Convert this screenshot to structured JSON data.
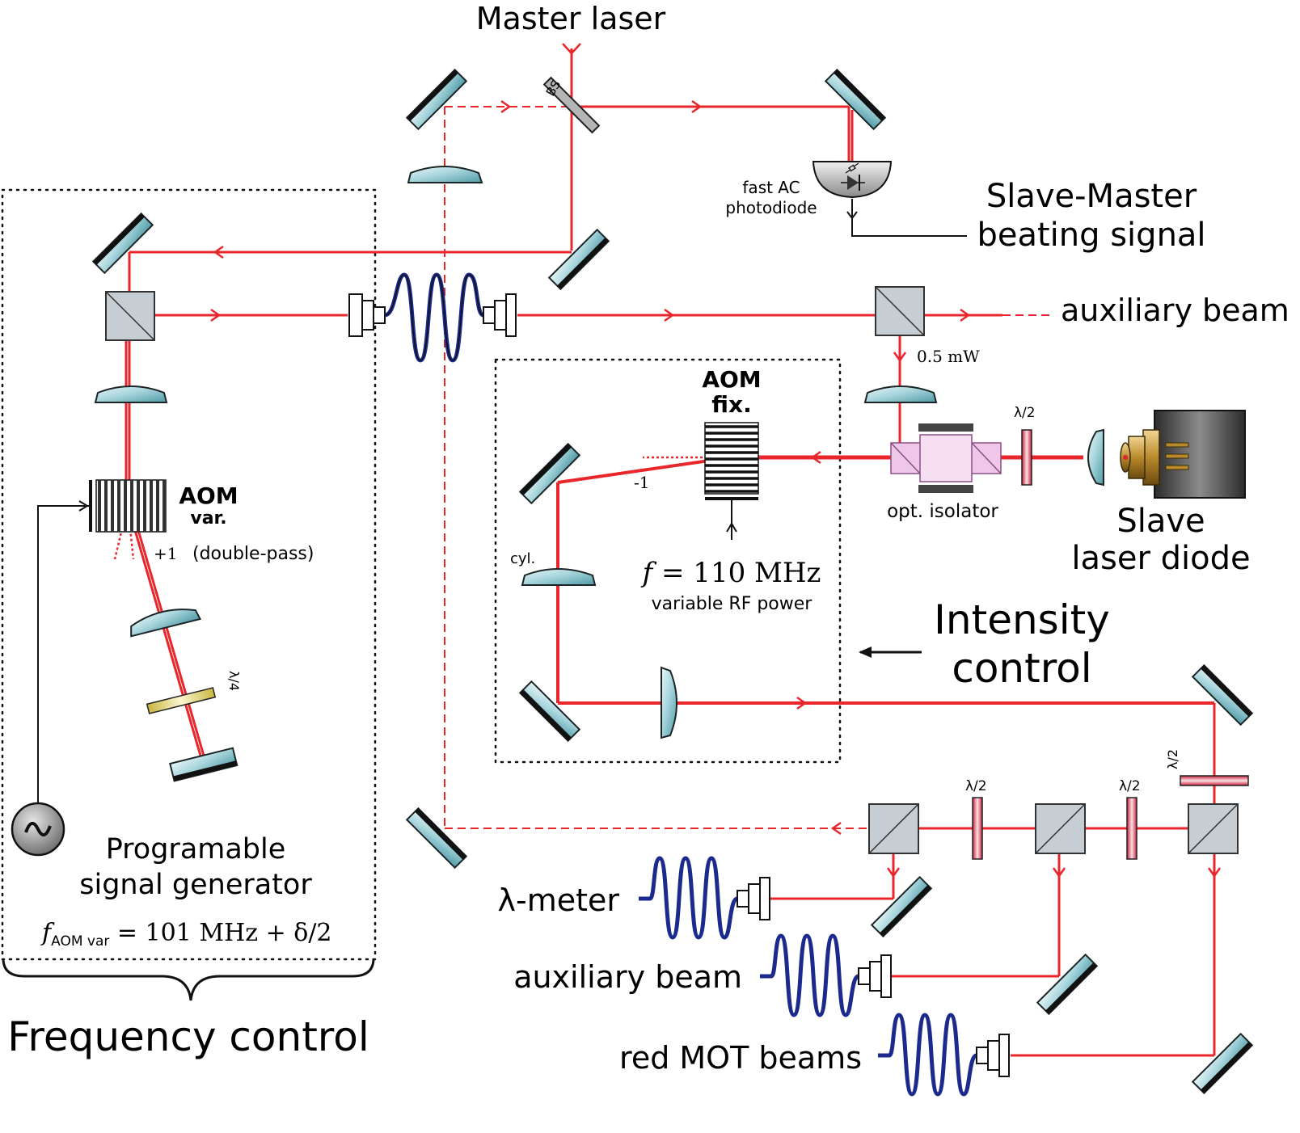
{
  "colors": {
    "beam": "#e8262c",
    "optic_fill": "#a9d6dd",
    "optic_edge": "#1c2426",
    "fiber": "#1b2a8c",
    "cube": "#c7ced3",
    "isolator": "#efc8e9",
    "waveplate": "#e55665",
    "quarter_waveplate": "#e8da8e",
    "aom": "#3a3a3a"
  },
  "labels": {
    "master_laser": "Master laser",
    "bs": "BS",
    "photodiode_line1": "fast AC",
    "photodiode_line2": "photodiode",
    "beating_line1": "Slave-Master",
    "beating_line2": "beating signal",
    "auxiliary_beam_top": "auxiliary beam",
    "power_05": "0.5 mW",
    "aom_fix_line1": "AOM",
    "aom_fix_line2": "fix.",
    "order_minus1": "-1",
    "lambda2_isolator": "λ/2",
    "cyl": "cyl.",
    "opt_isolator": "opt. isolator",
    "slave_line1": "Slave",
    "slave_line2": "laser diode",
    "f_fix_prefix": "f",
    "f_fix_rest": " = 110 MHz",
    "variable_rf": "variable RF power",
    "intensity_line1": "Intensity",
    "intensity_line2": "control",
    "aom_var_line1": "AOM",
    "aom_var_line2": "var.",
    "order_plus1": "+1",
    "double_pass": "(double-pass)",
    "lambda4": "λ/4",
    "siggen_line1": "Programable",
    "siggen_line2": "signal generator",
    "f_var_prefix": "f",
    "f_var_sub": "AOM var",
    "f_var_rest": " = 101 MHz + δ/2",
    "frequency_control": "Frequency control",
    "lambda2_right": "λ/2",
    "lambda2_a": "λ/2",
    "lambda2_b": "λ/2",
    "lambda_meter": "λ-meter",
    "auxiliary_beam_bottom": "auxiliary beam",
    "red_mot": "red MOT beams"
  }
}
